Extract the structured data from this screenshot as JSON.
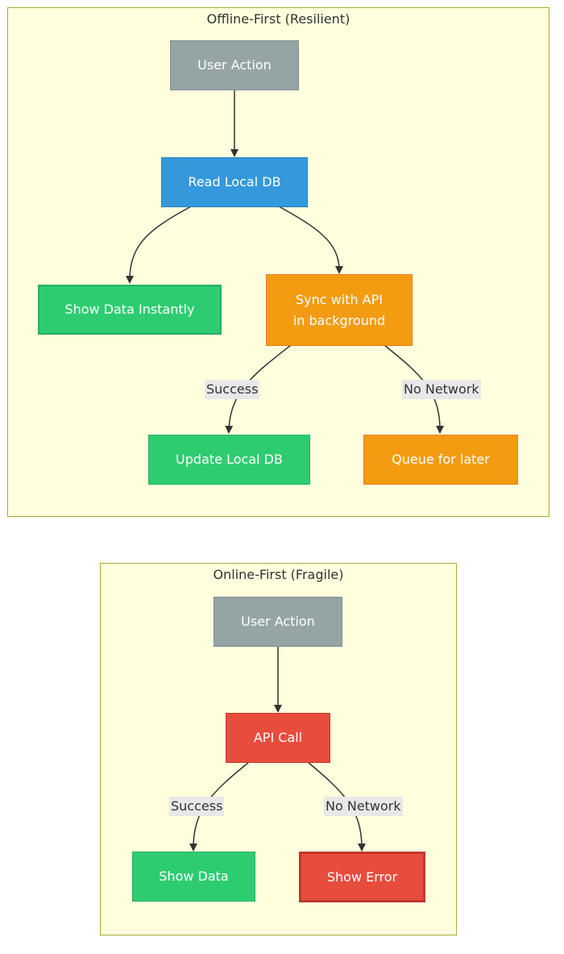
{
  "clusters": {
    "offline": {
      "title": "Offline-First (Resilient)"
    },
    "online": {
      "title": "Online-First (Fragile)"
    }
  },
  "offline_nodes": {
    "user_action": "User Action",
    "read_local_db": "Read Local DB",
    "show_data_instantly": "Show Data Instantly",
    "sync_with_api": "Sync with API\nin background",
    "update_local_db": "Update Local DB",
    "queue_for_later": "Queue for later"
  },
  "offline_edges": {
    "success": "Success",
    "no_network": "No Network"
  },
  "online_nodes": {
    "user_action": "User Action",
    "api_call": "API Call",
    "show_data": "Show Data",
    "show_error": "Show Error"
  },
  "online_edges": {
    "success": "Success",
    "no_network": "No Network"
  },
  "colors": {
    "cluster_fill": "#ffffde",
    "cluster_border": "#aaaa33",
    "neutral": "#95a5a6",
    "local_db": "#3498db",
    "success": "#2ecc71",
    "background_sync": "#f39c12",
    "failure": "#e74c3c"
  }
}
